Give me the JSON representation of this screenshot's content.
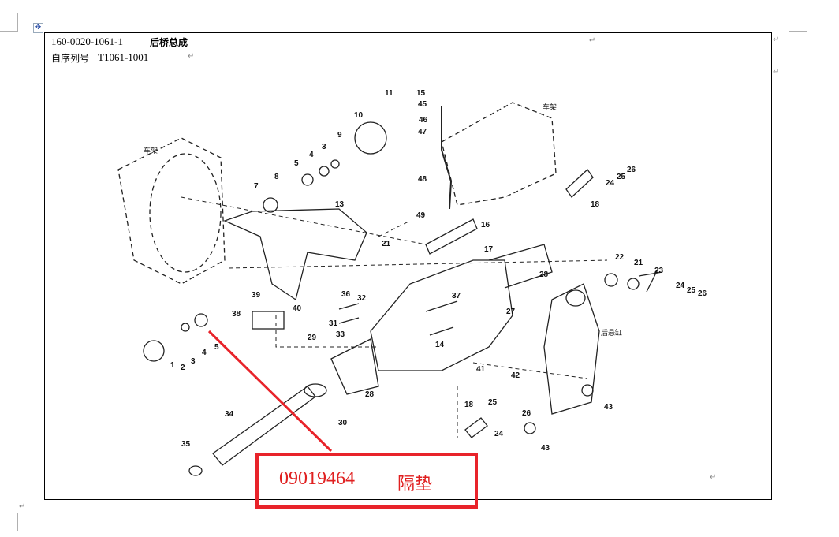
{
  "header": {
    "part_code": "160-0020-1061-1",
    "title": "后桥总成",
    "serial_label": "自序列号",
    "serial_value": "T1061-1001"
  },
  "diagram": {
    "frame_labels": [
      "车架",
      "车架",
      "后悬缸"
    ],
    "callouts": [
      "11",
      "15",
      "45",
      "46",
      "47",
      "10",
      "9",
      "3",
      "4",
      "5",
      "8",
      "7",
      "13",
      "48",
      "49",
      "16",
      "17",
      "21",
      "28",
      "26",
      "25",
      "24",
      "18",
      "22",
      "21",
      "23",
      "24",
      "25",
      "26",
      "39",
      "40",
      "36",
      "32",
      "37",
      "38",
      "31",
      "33",
      "27",
      "14",
      "29",
      "1",
      "2",
      "3",
      "4",
      "5",
      "41",
      "42",
      "28",
      "43",
      "18",
      "25",
      "26",
      "24",
      "43",
      "34",
      "30",
      "35"
    ]
  },
  "highlight": {
    "part_number": "09019464",
    "part_name": "隔垫",
    "color": "#e8232a"
  }
}
